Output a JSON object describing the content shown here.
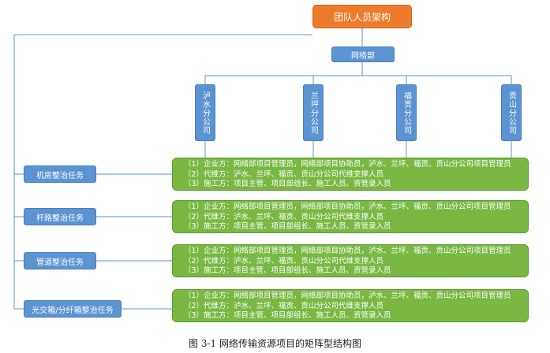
{
  "top": {
    "label": "团队人员架构"
  },
  "network": {
    "label": "网络部"
  },
  "branches": [
    "泸水分公司",
    "兰坪分公司",
    "福贡分公司",
    "贡山分公司"
  ],
  "tasks": [
    {
      "label": "机房整治任务",
      "lines": [
        "（1）企业方：网络部项目管理员，网络部项目协助员，泸水、兰坪、福贡、贡山分公司项目管理员",
        "（2）代维方：泸水、兰坪、福贡、贡山分公司代维支撑人员",
        "（3）施工方：项目主管、项目部组长、施工人员、资管录入员"
      ]
    },
    {
      "label": "杆路整治任务",
      "lines": [
        "（1）企业方：网络部项目管理员，网络部项目协助员，泸水、兰坪、福贡、贡山分公司项目管理员",
        "（2）代维方：泸水、兰坪、福贡、贡山分公司代维支撑人员",
        "（3）施工方：项目主管、项目部组长、施工人员、资管录入员"
      ]
    },
    {
      "label": "管道整治任务",
      "lines": [
        "（1）企业方：网络部项目管理员，网络部项目协助员，泸水、兰坪、福贡、贡山分公司项目管理员",
        "（2）代维方：泸水、兰坪、福贡、贡山分公司代维支撑人员",
        "（3）施工方：项目主管、项目部组长、施工人员、资管录入员"
      ]
    },
    {
      "label": "光交箱/分纤箱整治任务",
      "lines": [
        "（1）企业方：网络部项目管理员，网络部项目协助员，泸水、兰坪、福贡、贡山分公司项目管理员",
        "（2）代维方：泸水、兰坪、福贡、贡山分公司代维支撑人员",
        "（3）施工方：项目主管、项目部组长、施工人员、资管录入员"
      ]
    }
  ],
  "caption": "图 3-1  网络传输资源项目的矩阵型结构图",
  "colors": {
    "orange": "#ee7b2b",
    "blue": "#5b93d3",
    "green": "#78b843",
    "line": "#5b93d3"
  }
}
